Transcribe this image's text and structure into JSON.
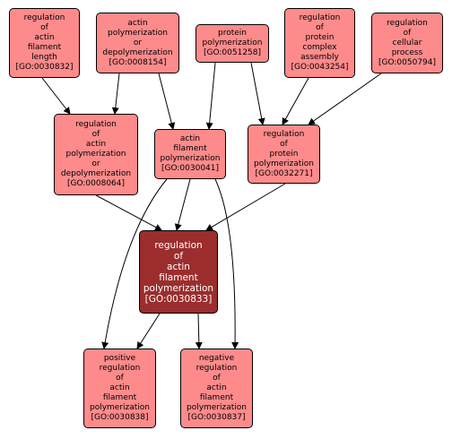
{
  "colors": {
    "node_fill": "#fe8b8b",
    "focus_fill": "#9b2d2d",
    "focus_text": "#ffffff",
    "edge": "#000000"
  },
  "nodes": [
    {
      "id": "GO:0030832",
      "label": "regulation\nof\nactin\nfilament\nlength\n[GO:0030832]"
    },
    {
      "id": "GO:0008154",
      "label": "actin\npolymerization\nor\ndepolymerization\n[GO:0008154]"
    },
    {
      "id": "GO:0051258",
      "label": "protein\npolymerization\n[GO:0051258]"
    },
    {
      "id": "GO:0043254",
      "label": "regulation\nof\nprotein\ncomplex\nassembly\n[GO:0043254]"
    },
    {
      "id": "GO:0050794",
      "label": "regulation\nof\ncellular\nprocess\n[GO:0050794]"
    },
    {
      "id": "GO:0008064",
      "label": "regulation\nof\nactin\npolymerization\nor\ndepolymerization\n[GO:0008064]"
    },
    {
      "id": "GO:0030041",
      "label": "actin\nfilament\npolymerization\n[GO:0030041]"
    },
    {
      "id": "GO:0032271",
      "label": "regulation\nof\nprotein\npolymerization\n[GO:0032271]"
    },
    {
      "id": "GO:0030833",
      "label": "regulation\nof\nactin\nfilament\npolymerization\n[GO:0030833]"
    },
    {
      "id": "GO:0030838",
      "label": "positive\nregulation\nof\nactin\nfilament\npolymerization\n[GO:0030838]"
    },
    {
      "id": "GO:0030837",
      "label": "negative\nregulation\nof\nactin\nfilament\npolymerization\n[GO:0030837]"
    }
  ],
  "edges": [
    {
      "from": "GO:0030832",
      "to": "GO:0008064"
    },
    {
      "from": "GO:0008154",
      "to": "GO:0008064"
    },
    {
      "from": "GO:0008154",
      "to": "GO:0030041"
    },
    {
      "from": "GO:0051258",
      "to": "GO:0030041"
    },
    {
      "from": "GO:0051258",
      "to": "GO:0032271"
    },
    {
      "from": "GO:0043254",
      "to": "GO:0032271"
    },
    {
      "from": "GO:0050794",
      "to": "GO:0032271"
    },
    {
      "from": "GO:0008064",
      "to": "GO:0030833"
    },
    {
      "from": "GO:0030041",
      "to": "GO:0030833"
    },
    {
      "from": "GO:0032271",
      "to": "GO:0030833"
    },
    {
      "from": "GO:0030041",
      "to": "GO:0030838"
    },
    {
      "from": "GO:0030041",
      "to": "GO:0030837"
    },
    {
      "from": "GO:0030833",
      "to": "GO:0030838"
    },
    {
      "from": "GO:0030833",
      "to": "GO:0030837"
    }
  ]
}
